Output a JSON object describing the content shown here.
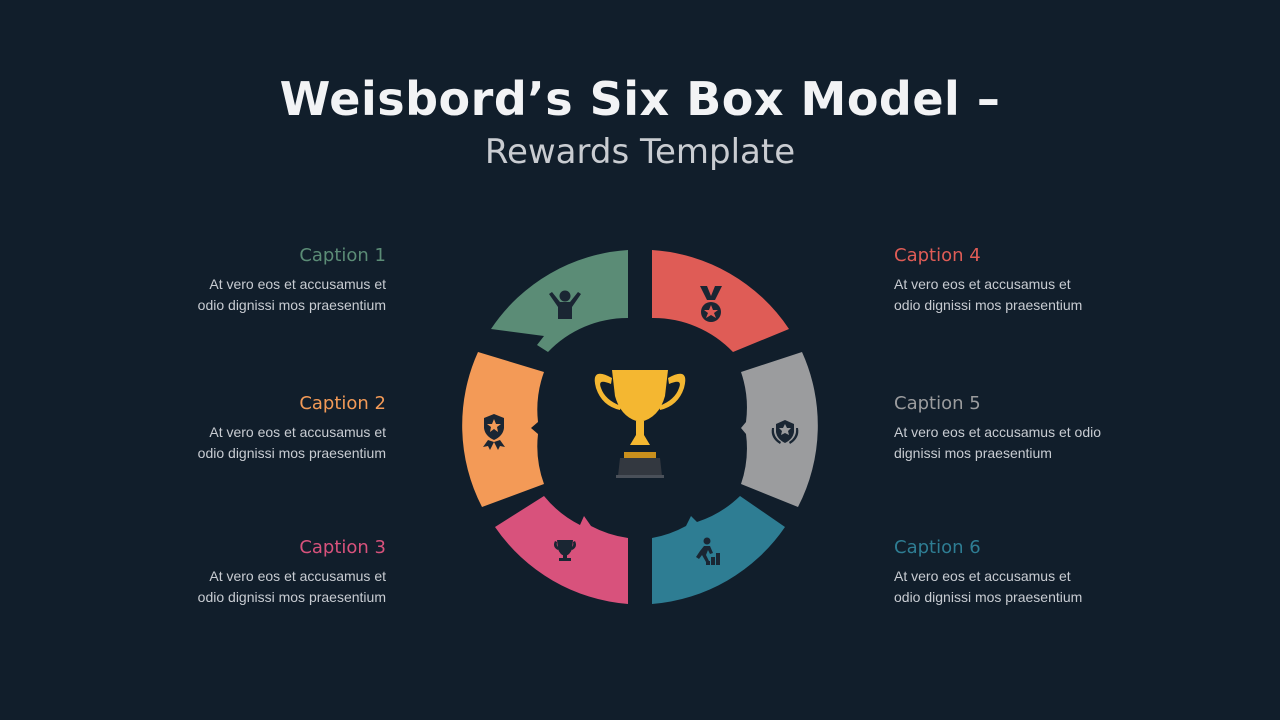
{
  "title": "Weisbord’s Six Box Model –",
  "subtitle": "Rewards Template",
  "segments": [
    {
      "caption": "Caption 1",
      "text1": "At vero eos et accusamus et",
      "text2": "odio  dignissi mos praesentium",
      "color": "#5b8c76",
      "icon": "cheering-person-icon"
    },
    {
      "caption": "Caption 2",
      "text1": "At vero eos et accusamus et",
      "text2": "odio  dignissi mos praesentium",
      "color": "#f39a57",
      "icon": "award-shield-icon"
    },
    {
      "caption": "Caption 3",
      "text1": "At vero eos et accusamus et",
      "text2": "odio  dignissi mos praesentium",
      "color": "#d8527c",
      "icon": "trophy-icon"
    },
    {
      "caption": "Caption 4",
      "text1": "At vero eos et accusamus et",
      "text2": "odio  dignissi mos praesentium",
      "color": "#df5c56",
      "icon": "medal-icon"
    },
    {
      "caption": "Caption 5",
      "text1": "At vero eos et accusamus et odio",
      "text2": "dignissi mos praesentium",
      "color": "#9b9c9e",
      "icon": "laurel-shield-icon"
    },
    {
      "caption": "Caption 6",
      "text1": "At vero eos et accusamus et",
      "text2": "odio  dignissi mos praesentium",
      "color": "#2e7d93",
      "icon": "climbing-steps-icon"
    }
  ],
  "center_icon": "gold-trophy-icon",
  "center_color": "#f4b731"
}
